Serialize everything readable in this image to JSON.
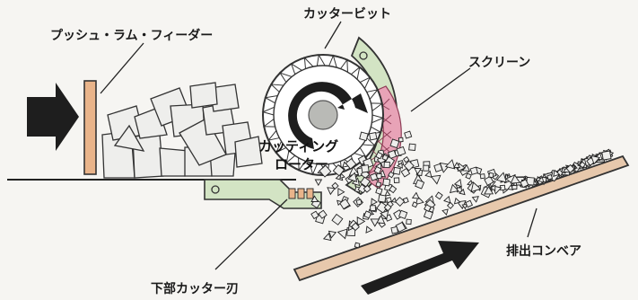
{
  "labels": {
    "push_ram_feeder": "プッシュ・ラム・フィーダー",
    "cutter_bit": "カッタービット",
    "screen": "スクリーン",
    "cutting_rotor_line1": "カッティング",
    "cutting_rotor_line2": "ローター",
    "discharge_conveyor": "排出コンベア",
    "lower_cutter_blade": "下部カッター刃"
  },
  "colors": {
    "feeder_plate": "#e9b48a",
    "housing": "#d3e4c4",
    "screen_mesh": "#e8a3b7",
    "rotor_hub": "#b9bab6",
    "conveyor": "#e7c8ac",
    "arrow": "#1e1e1e",
    "chip": "#eeeeec"
  }
}
